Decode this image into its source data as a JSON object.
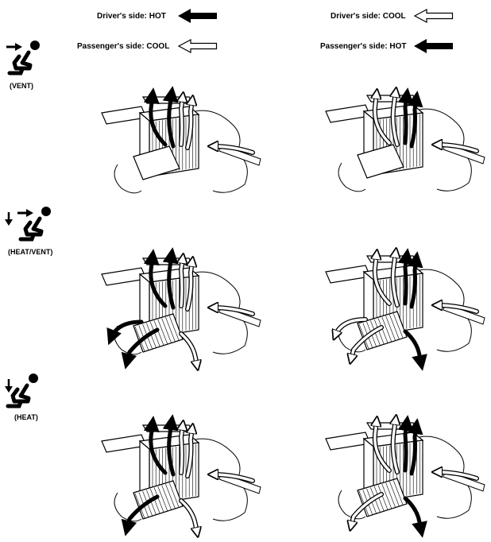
{
  "legend": {
    "left": {
      "driver": {
        "label": "Driver's side: HOT",
        "arrow": "filled"
      },
      "passenger": {
        "label": "Passenger's side: COOL",
        "arrow": "outline"
      }
    },
    "right": {
      "driver": {
        "label": "Driver's side: COOL",
        "arrow": "outline"
      },
      "passenger": {
        "label": "Passenger's side: HOT",
        "arrow": "filled"
      }
    }
  },
  "modes": [
    {
      "label": "(VENT)",
      "icon": "vent-mode-icon"
    },
    {
      "label": "(HEAT/VENT)",
      "icon": "heat-vent-mode-icon"
    },
    {
      "label": "(HEAT)",
      "icon": "heat-mode-icon"
    }
  ],
  "colors": {
    "hot": "#000000",
    "cool": "#ffffff",
    "line": "#000000"
  }
}
